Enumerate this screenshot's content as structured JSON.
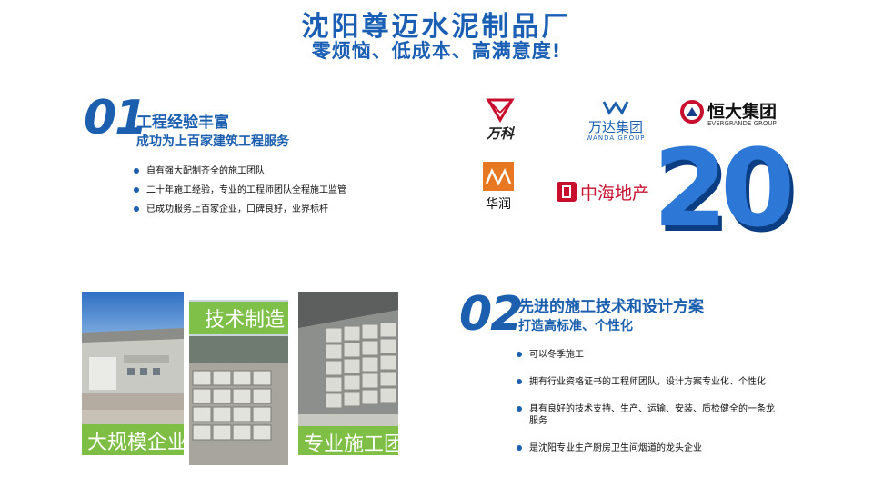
{
  "header": {
    "title": "沈阳尊迈水泥制品厂",
    "subtitle": "零烦恼、低成本、高满意度!"
  },
  "section1": {
    "number": "01",
    "heading": "工程经验丰富",
    "subheading": "成功为上百家建筑工程服务",
    "bullets": [
      "自有强大配制齐全的施工团队",
      "二十年施工经验，专业的工程师团队全程施工监管",
      "已成功服务上百家企业，口碑良好，业界标杆"
    ]
  },
  "logos": {
    "vanke": "万科",
    "wanda": "万达集团",
    "wanda_en": "WANDA GROUP",
    "evergrande": "恒大集团",
    "evergrande_en": "EVERGRANDE GROUP",
    "huarun": "华润",
    "zhonghai": "中海地产"
  },
  "badge_20": "20",
  "photos": {
    "left_caption": "大规模企业",
    "middle_caption": "技术制造",
    "right_caption": "专业施工团队"
  },
  "section2": {
    "number": "02",
    "heading": "先进的施工技术和设计方案",
    "subheading": "打造高标准、个性化",
    "bullets": [
      "可以冬季施工",
      "拥有行业资格证书的工程师团队，设计方案专业化、个性化",
      "具有良好的技术支持、生产、运输、安装、质检健全的一条龙服务",
      "是沈阳专业生产厨房卫生间烟道的龙头企业"
    ]
  },
  "colors": {
    "brand_blue": "#1b5fae",
    "caption_green": "#78be3c",
    "vanke_red": "#c8102e",
    "huarun_orange": "#e87722"
  }
}
